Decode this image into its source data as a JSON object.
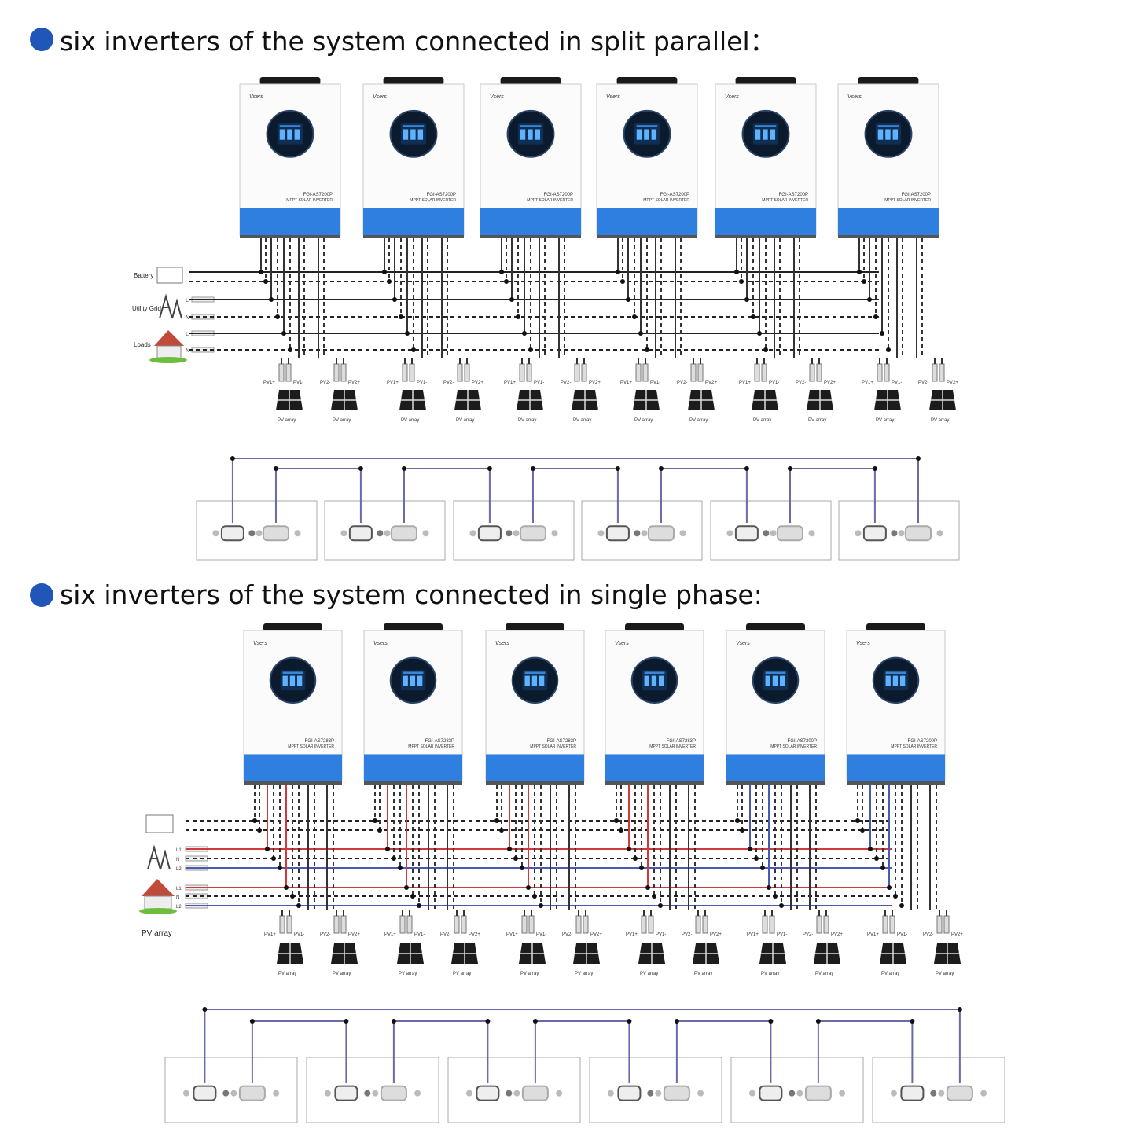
{
  "headings": {
    "split": "six inverters of the system connected in split parallel：",
    "single": "six inverters of the system connected in single phase:"
  },
  "inverter": {
    "brand": "Vsers",
    "model_a": "FGI-AS7200P",
    "model_b": "FGI-AS7283P",
    "subtitle": "MPPT SOLAR INVERTER"
  },
  "split_diagram": {
    "source_labels": {
      "battery": "Battery",
      "utility_grid": "Utility Grid",
      "loads": "Loads"
    },
    "line_labels": [
      "L",
      "N",
      "L",
      "N"
    ],
    "pv_terminals": [
      "PV1+",
      "PV1-",
      "PV2-",
      "PV2+"
    ],
    "pv_array": "PV array"
  },
  "single_diagram": {
    "pv_label": "PV array",
    "line_labels": [
      "L1",
      "N",
      "L2",
      "L1",
      "N",
      "L2"
    ],
    "pv_terminals": [
      "PV1+",
      "PV1-",
      "PV2-",
      "PV2+"
    ],
    "pv_array": "PV array"
  },
  "colors": {
    "accent_blue": "#2f7fe0",
    "bullet": "#1f56b8",
    "wire_red": "#d23a3a",
    "wire_blue": "#4a5ab0",
    "comm_line": "#6a6aa8"
  }
}
